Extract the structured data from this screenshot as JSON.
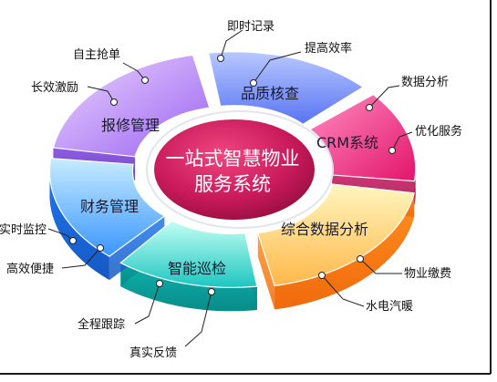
{
  "diagram": {
    "center_title": [
      "一站式智慧物业",
      "服务系统"
    ],
    "segments": [
      {
        "id": "quality",
        "label": "品质核查",
        "colors": [
          "#4a6cf0",
          "#9fb4ff"
        ]
      },
      {
        "id": "crm",
        "label": "CRM系统",
        "colors": [
          "#e8196f",
          "#ff7fb6"
        ]
      },
      {
        "id": "analysis",
        "label": "综合数据分析",
        "colors": [
          "#ffa53a",
          "#fff1a8"
        ]
      },
      {
        "id": "patrol",
        "label": "智能巡检",
        "colors": [
          "#19c7c2",
          "#b6fff2"
        ]
      },
      {
        "id": "finance",
        "label": "财务管理",
        "colors": [
          "#2f8bff",
          "#b7e4ff"
        ]
      },
      {
        "id": "repair",
        "label": "报修管理",
        "colors": [
          "#8d56f0",
          "#e3c8ff"
        ]
      }
    ],
    "callouts": [
      {
        "id": "realtime-record",
        "text": "即时记录"
      },
      {
        "id": "efficiency",
        "text": "提高效率"
      },
      {
        "id": "data-analysis",
        "text": "数据分析"
      },
      {
        "id": "optimize-service",
        "text": "优化服务"
      },
      {
        "id": "property-fee",
        "text": "物业缴费"
      },
      {
        "id": "utilities",
        "text": "水电汽暖"
      },
      {
        "id": "feedback",
        "text": "真实反馈"
      },
      {
        "id": "tracking",
        "text": "全程跟踪"
      },
      {
        "id": "convenient",
        "text": "高效便捷"
      },
      {
        "id": "monitoring",
        "text": "实时监控"
      },
      {
        "id": "incentive",
        "text": "长效激励"
      },
      {
        "id": "self-order",
        "text": "自主抢单"
      }
    ],
    "center_color": "#c01a54"
  }
}
